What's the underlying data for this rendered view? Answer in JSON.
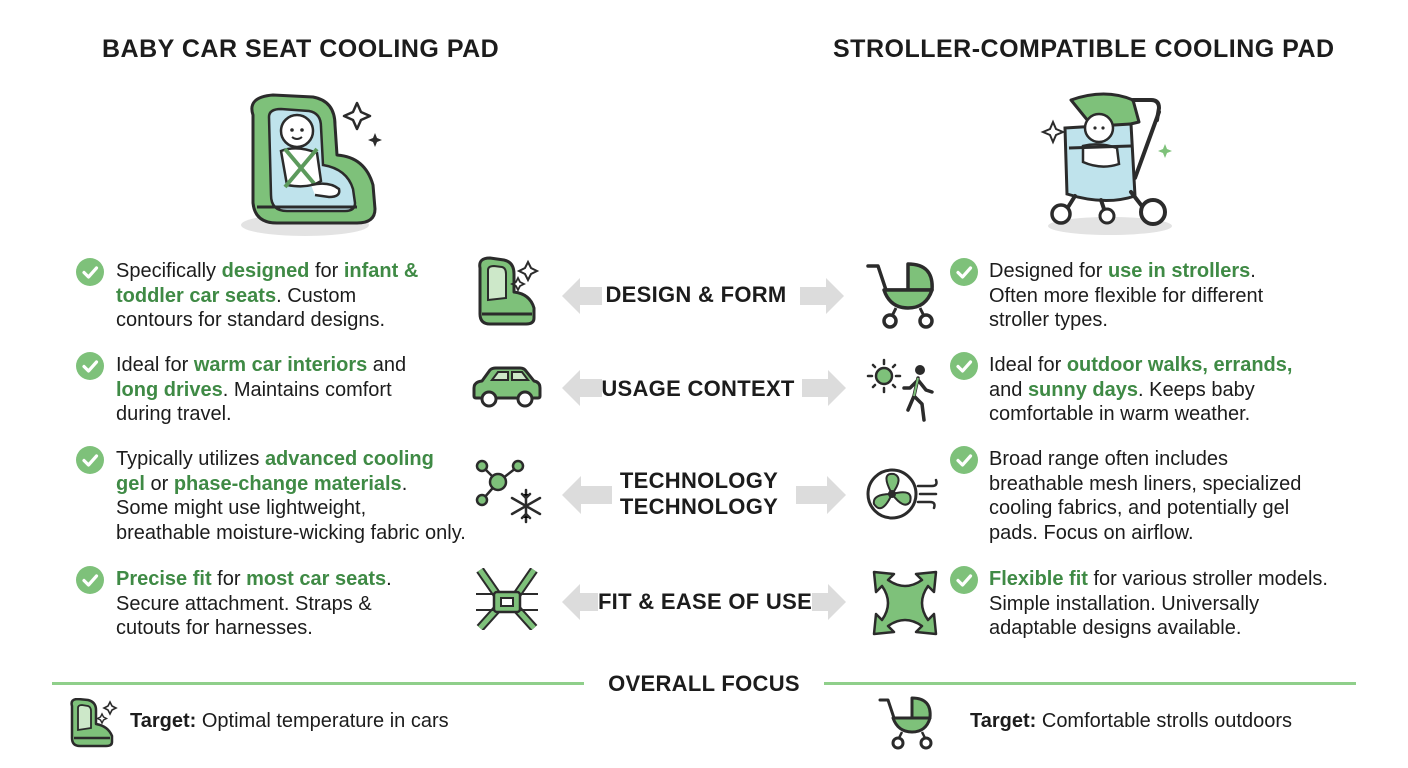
{
  "titles": {
    "left": "BABY CAR SEAT COOLING PAD",
    "right": "STROLLER-COMPATIBLE COOLING PAD"
  },
  "rows": [
    {
      "label": [
        "DESIGN & FORM"
      ],
      "left": [
        [
          {
            "t": "Specifically "
          },
          {
            "t": "designed",
            "hl": true
          },
          {
            "t": " for "
          },
          {
            "t": "infant &",
            "hl": true
          }
        ],
        [
          {
            "t": "toddler car seats",
            "hl": true
          },
          {
            "t": ". Custom"
          }
        ],
        [
          {
            "t": "contours for standard designs."
          }
        ]
      ],
      "right": [
        [
          {
            "t": "Designed for "
          },
          {
            "t": "use in strollers",
            "hl": true
          },
          {
            "t": "."
          }
        ],
        [
          {
            "t": "Often more flexible for different"
          }
        ],
        [
          {
            "t": "stroller types."
          }
        ]
      ],
      "left_icon": "car-seat-sparkle-icon",
      "right_icon": "stroller-icon"
    },
    {
      "label": [
        "USAGE CONTEXT"
      ],
      "left": [
        [
          {
            "t": "Ideal for "
          },
          {
            "t": "warm car interiors",
            "hl": true
          },
          {
            "t": " and"
          }
        ],
        [
          {
            "t": "long drives",
            "hl": true
          },
          {
            "t": ". Maintains comfort"
          }
        ],
        [
          {
            "t": "during travel."
          }
        ]
      ],
      "right": [
        [
          {
            "t": "Ideal for "
          },
          {
            "t": "outdoor walks, errands,",
            "hl": true
          }
        ],
        [
          {
            "t": "and "
          },
          {
            "t": "sunny days",
            "hl": true
          },
          {
            "t": ". Keeps baby"
          }
        ],
        [
          {
            "t": "comfortable in warm weather."
          }
        ]
      ],
      "left_icon": "car-icon",
      "right_icon": "sun-walker-icon"
    },
    {
      "label": [
        "TECHNOLOGY",
        "TECHNOLOGY"
      ],
      "left": [
        [
          {
            "t": "Typically utilizes "
          },
          {
            "t": "advanced cooling",
            "hl": true
          }
        ],
        [
          {
            "t": "gel",
            "hl": true
          },
          {
            "t": " or "
          },
          {
            "t": "phase-change materials",
            "hl": true
          },
          {
            "t": "."
          }
        ],
        [
          {
            "t": "Some might use lightweight,"
          }
        ],
        [
          {
            "t": "breathable moisture-wicking fabric only."
          }
        ]
      ],
      "right": [
        [
          {
            "t": "Broad range often includes"
          }
        ],
        [
          {
            "t": "breathable mesh liners, specialized"
          }
        ],
        [
          {
            "t": "cooling fabrics, and potentially gel"
          }
        ],
        [
          {
            "t": "pads. Focus on airflow."
          }
        ]
      ],
      "left_icon": "molecule-snowflake-icon",
      "right_icon": "fan-airflow-icon"
    },
    {
      "label": [
        "FIT & EASE OF USE"
      ],
      "left": [
        [
          {
            "t": "Precise fit",
            "hl": true
          },
          {
            "t": " for "
          },
          {
            "t": "most car seats",
            "hl": true
          },
          {
            "t": "."
          }
        ],
        [
          {
            "t": "Secure attachment. Straps &"
          }
        ],
        [
          {
            "t": "cutouts for harnesses."
          }
        ]
      ],
      "right": [
        [
          {
            "t": "Flexible fit",
            "hl": true
          },
          {
            "t": " for various stroller models."
          }
        ],
        [
          {
            "t": "Simple installation. Universally"
          }
        ],
        [
          {
            "t": "adaptable designs available."
          }
        ]
      ],
      "left_icon": "harness-icon",
      "right_icon": "expand-arrows-icon"
    }
  ],
  "overall": {
    "title": "OVERALL FOCUS",
    "left": {
      "label": "Target:",
      "text": " Optimal temperature in cars"
    },
    "right": {
      "label": "Target:",
      "text": " Comfortable strolls outdoors"
    }
  },
  "colors": {
    "accent": "#3f8a45",
    "check": "#7ec17a",
    "icon_green": "#7ec17a",
    "arrow_grey": "#dcdcdc",
    "rule": "#8fcf8a"
  }
}
